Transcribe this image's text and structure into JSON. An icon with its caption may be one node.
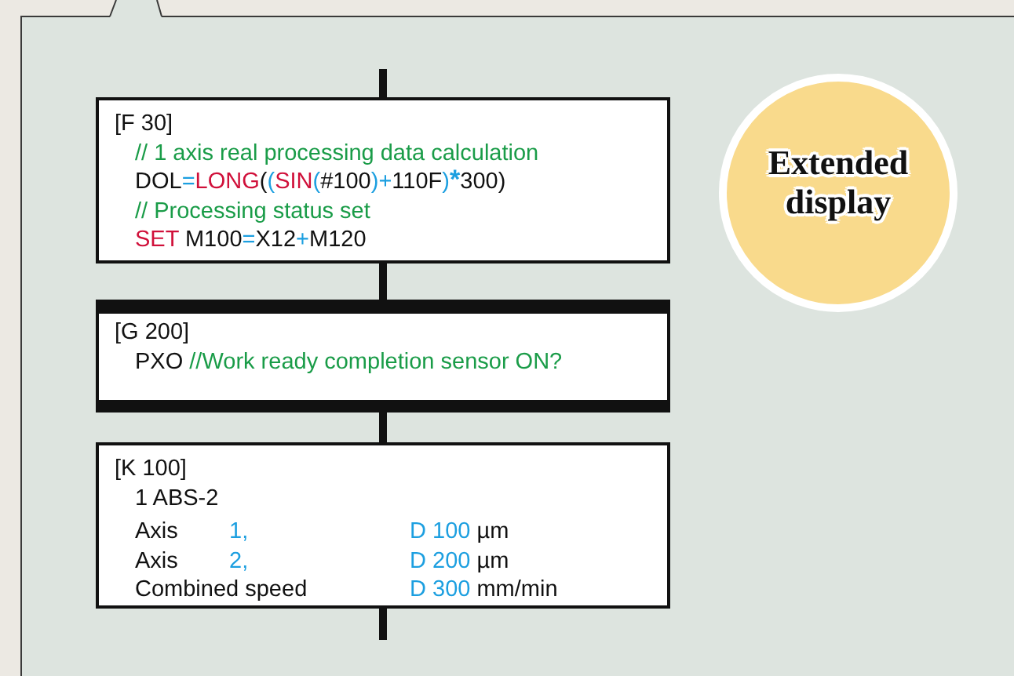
{
  "diagram": {
    "nodes": [
      {
        "text": [
          "[F 30]",
          "// 1 axis real processing data calculation",
          "DOL=LONG((SIN(#100)+110F)*300)",
          "// Processing status set",
          "SET M100=X12+M120"
        ]
      },
      {
        "text": [
          "[G 200]",
          "PXO //Work ready completion sensor ON?"
        ]
      },
      {
        "text": [
          "[K 100]",
          "1 ABS-2",
          "Axis",
          "1,",
          "D 100",
          "µm",
          "Axis",
          "2,",
          "D 200",
          "µm",
          "Combined speed",
          "D 300",
          "mm/min"
        ]
      },
      {
        "text": [
          "Extended display"
        ]
      }
    ],
    "edges": [
      {
        "from": null,
        "to": 0,
        "arrow": "none"
      },
      {
        "from": 0,
        "to": 1,
        "arrow": "none"
      },
      {
        "from": 1,
        "to": 2,
        "arrow": "none"
      },
      {
        "from": 2,
        "to": null,
        "arrow": "none"
      }
    ]
  }
}
